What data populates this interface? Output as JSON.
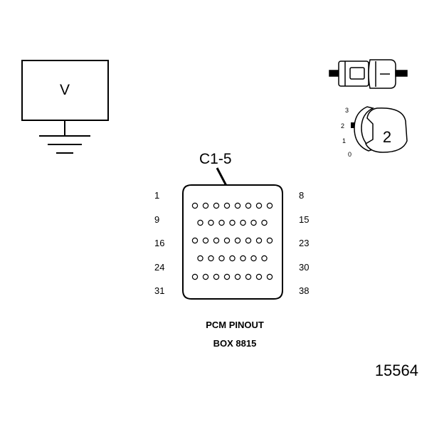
{
  "meter": {
    "label": "V"
  },
  "pin_callout": "C1-5",
  "connector": {
    "rows": [
      {
        "start": "1",
        "end": "8",
        "pins": 8
      },
      {
        "start": "9",
        "end": "15",
        "pins": 7
      },
      {
        "start": "16",
        "end": "23",
        "pins": 8
      },
      {
        "start": "24",
        "end": "30",
        "pins": 7
      },
      {
        "start": "31",
        "end": "38",
        "pins": 8
      }
    ]
  },
  "caption": {
    "line1": "PCM PINOUT",
    "line2": "BOX 8815"
  },
  "breakout_switch": {
    "positions": [
      "3",
      "2",
      "1",
      "0"
    ],
    "setting": "2"
  },
  "figure_number": "15564"
}
